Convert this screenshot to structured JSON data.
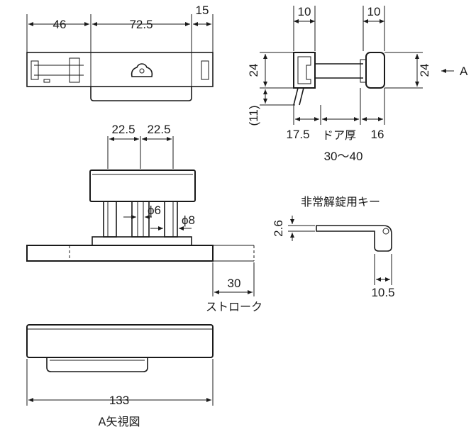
{
  "top_view": {
    "dim_left": "46",
    "dim_middle": "72.5",
    "dim_right": "15"
  },
  "side_view": {
    "dim_top_left": "10",
    "dim_top_right": "10",
    "dim_height_left": "24",
    "dim_height_right": "24",
    "dim_offset": "(11)",
    "dim_bottom_left": "17.5",
    "dim_bottom_right": "16",
    "door_thickness_label": "ドア厚",
    "door_thickness_range": "30～40",
    "arrow_label": "A"
  },
  "front_view": {
    "dim_pitch_left": "22.5",
    "dim_pitch_right": "22.5",
    "dia_small": "ϕ6",
    "dia_large": "ϕ8",
    "dim_stroke": "30",
    "stroke_label": "ストローク"
  },
  "key_view": {
    "title": "非常解錠用キー",
    "dim_thickness": "2.6",
    "dim_width": "10.5"
  },
  "a_view": {
    "dim_length": "133",
    "caption": "A矢視図"
  },
  "colors": {
    "line": "#1a1a1a",
    "background": "#ffffff"
  }
}
